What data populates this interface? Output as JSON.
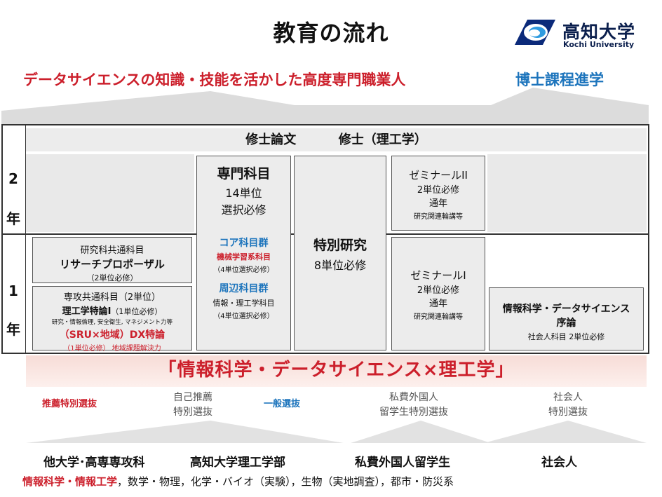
{
  "title": "教育の流れ",
  "logo": {
    "name_jp": "高知大学",
    "name_en": "Kochi University"
  },
  "goals": {
    "main": "データサイエンスの知識・技能を活かした高度専門職業人",
    "doctor": "博士課程進学"
  },
  "top_band": {
    "thesis": "修士論文",
    "degree": "修士（理工学）"
  },
  "years": {
    "y2": {
      "num": "2",
      "label": "年"
    },
    "y1": {
      "num": "1",
      "label": "年"
    }
  },
  "specialty": {
    "title": "専門科目",
    "units": "14単位",
    "req": "選択必修",
    "core": {
      "title": "コア科目群",
      "sub": "機械学習系科目",
      "note": "（4単位選択必修）"
    },
    "peri": {
      "title": "周辺科目群",
      "sub": "情報・理工学科目",
      "note": "（4単位選択必修）"
    }
  },
  "special_research": {
    "title": "特別研究",
    "units": "8単位必修"
  },
  "seminar2": {
    "title": "ゼミナールII",
    "units": "2単位必修",
    "term": "通年",
    "note": "研究関連輪講等"
  },
  "seminar1": {
    "title": "ゼミナールI",
    "units": "2単位必修",
    "term": "通年",
    "note": "研究関連輪講等"
  },
  "common": {
    "cat": "研究科共通科目",
    "title": "リサーチプロポーザル",
    "units": "（2単位必修）"
  },
  "major_common": {
    "cat": "専攻共通科目（2単位）",
    "title": "理工学特論Ⅰ",
    "units": "（1単位必修）",
    "detail": "研究・情報倫理, 安全衛生, マネジメント力等",
    "dx": "（SRU×地域）DX特論",
    "dx_note": "（1単位必修）  地域課題解決力"
  },
  "intro": {
    "line1": "情報科学・データサイエンス",
    "line2": "序論",
    "note": "社会人科目  2単位必修"
  },
  "banner": "「情報科学・データサイエンス×理工学」",
  "admissions": {
    "recommend": "推薦特別選抜",
    "self_rec_1": "自己推薦",
    "self_rec_2": "特別選抜",
    "general": "一般選抜",
    "intl_1": "私費外国人",
    "intl_2": "留学生特別選抜",
    "working_1": "社会人",
    "working_2": "特別選抜"
  },
  "sources": {
    "other_univ": "他大学･高専専攻科",
    "kochi": "高知大学理工学部",
    "intl": "私費外国人留学生",
    "working": "社会人"
  },
  "fields": {
    "highlight": "情報科学・情報工学",
    "rest": "，数学・物理，化学・バイオ（実験），生物（実地調査），都市・防災系"
  },
  "colors": {
    "accent_red": "#cc1f2b",
    "accent_blue": "#1c74bc",
    "navy": "#0b1f4d",
    "gray_band": "#e9e9e9"
  }
}
